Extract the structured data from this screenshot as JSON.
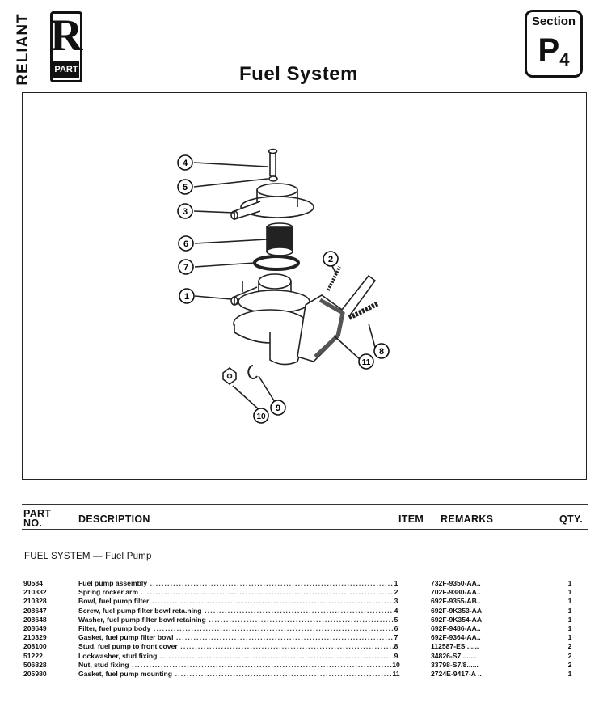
{
  "header": {
    "brand": "RELIANT",
    "logo_letter": "R",
    "logo_sub": "PART",
    "title": "Fuel System",
    "section_label": "Section",
    "section_letter": "P",
    "section_number": "4"
  },
  "diagram": {
    "callouts": [
      "1",
      "2",
      "3",
      "4",
      "5",
      "6",
      "7",
      "8",
      "9",
      "10",
      "11"
    ]
  },
  "table": {
    "headers": {
      "part_no_line1": "PART",
      "part_no_line2": "NO.",
      "description": "DESCRIPTION",
      "item": "ITEM",
      "remarks": "REMARKS",
      "qty": "QTY."
    },
    "group_title": "FUEL SYSTEM — Fuel Pump",
    "rows": [
      {
        "part_no": "90584",
        "description": "Fuel pump assembly",
        "item": "1",
        "remarks": "732F-9350-AA..",
        "qty": "1"
      },
      {
        "part_no": "210332",
        "description": "Spring rocker arm",
        "item": "2",
        "remarks": "702F-9380-AA..",
        "qty": "1"
      },
      {
        "part_no": "210328",
        "description": "Bowl, fuel pump filter",
        "item": "3",
        "remarks": "692F-9355-AB..",
        "qty": "1"
      },
      {
        "part_no": "208647",
        "description": "Screw, fuel pump filter bowl reta.ning",
        "item": "4",
        "remarks": "692F-9K353-AA",
        "qty": "1"
      },
      {
        "part_no": "208648",
        "description": "Washer, fuel pump filter bowl retaining",
        "item": "5",
        "remarks": "692F-9K354-AA",
        "qty": "1"
      },
      {
        "part_no": "208649",
        "description": "Filter, fuel pump body",
        "item": "6",
        "remarks": "692F-9486-AA..",
        "qty": "1"
      },
      {
        "part_no": "210329",
        "description": "Gasket, fuel pump filter bowl",
        "item": "7",
        "remarks": "692F-9364-AA..",
        "qty": "1"
      },
      {
        "part_no": "208100",
        "description": "Stud, fuel pump to front cover",
        "item": "8",
        "remarks": "112587-ES ......",
        "qty": "2"
      },
      {
        "part_no": "51222",
        "description": "Lockwasher, stud fixing",
        "item": "9",
        "remarks": "34826-S7 .......",
        "qty": "2"
      },
      {
        "part_no": "506828",
        "description": "Nut, stud fixing",
        "item": "10",
        "remarks": "33798-S7/8......",
        "qty": "2"
      },
      {
        "part_no": "205980",
        "description": "Gasket, fuel pump mounting",
        "item": "11",
        "remarks": "2724E-9417-A ..",
        "qty": "1"
      }
    ]
  }
}
